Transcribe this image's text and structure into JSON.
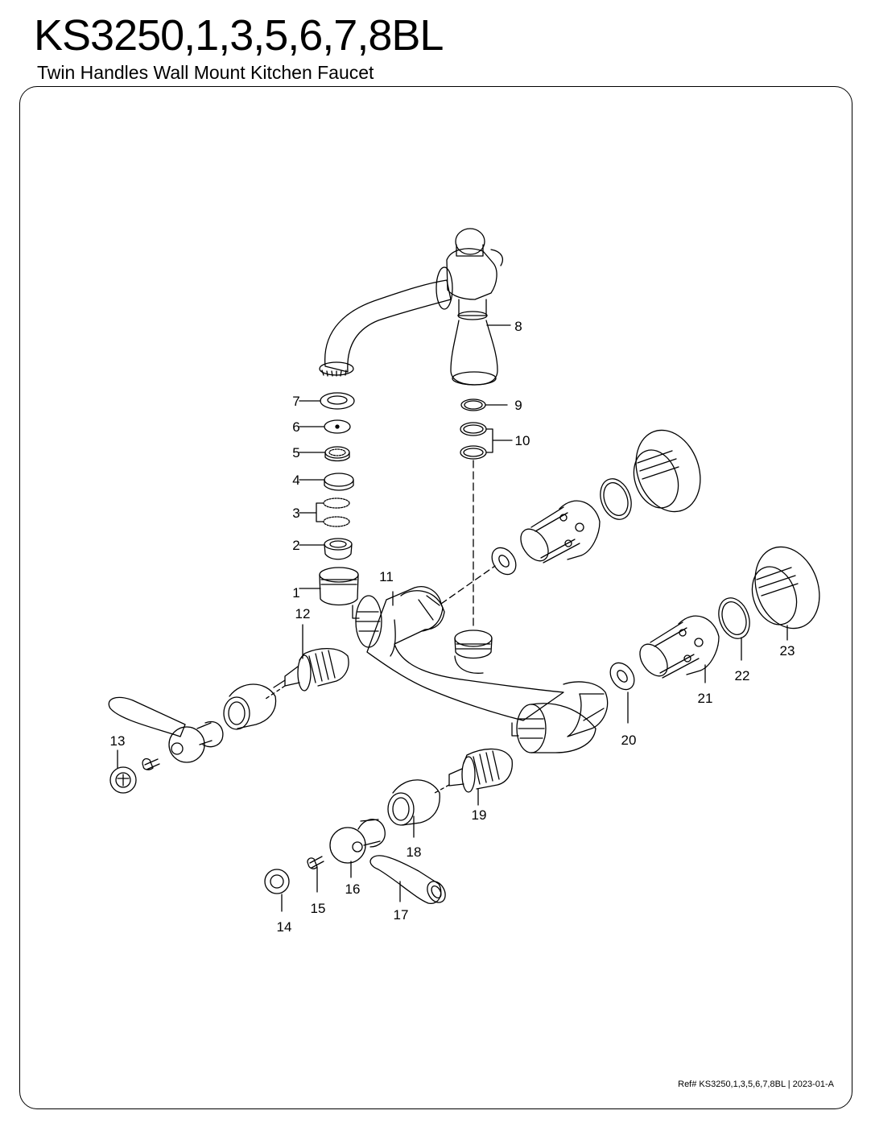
{
  "header": {
    "title": "KS3250,1,3,5,6,7,8BL",
    "subtitle": "Twin Handles Wall Mount Kitchen Faucet"
  },
  "footer": {
    "reference": "Ref# KS3250,1,3,5,6,7,8BL | 2023-01-A"
  },
  "callouts": [
    "1",
    "2",
    "3",
    "4",
    "5",
    "6",
    "7",
    "8",
    "9",
    "10",
    "11",
    "12",
    "13",
    "14",
    "15",
    "16",
    "17",
    "18",
    "19",
    "20",
    "21",
    "22",
    "23"
  ]
}
